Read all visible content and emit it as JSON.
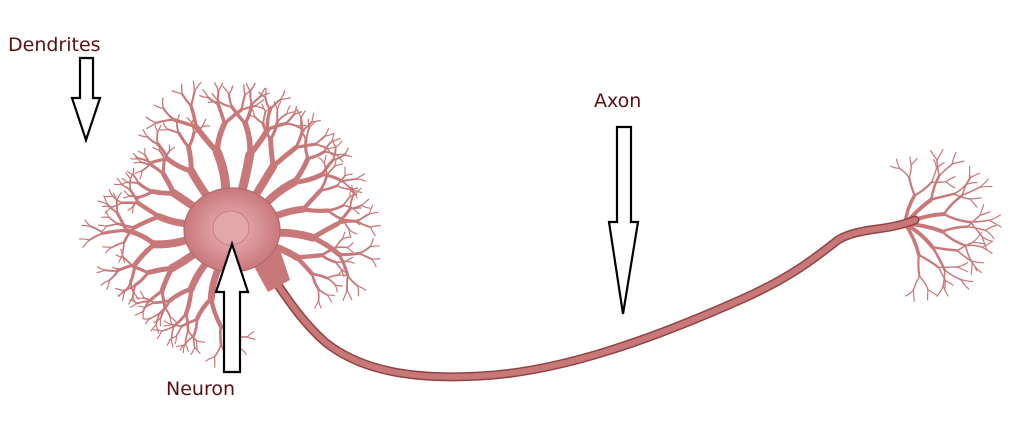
{
  "labels": {
    "dendrites": "Dendrites",
    "axon": "Axon",
    "neuron": "Neuron"
  },
  "colors": {
    "cell_fill": "#c9787a",
    "cell_edge": "#8f4444",
    "nucleus": "#e3a6a9",
    "label_text": "#5a1010",
    "arrow_stroke": "#000000"
  }
}
